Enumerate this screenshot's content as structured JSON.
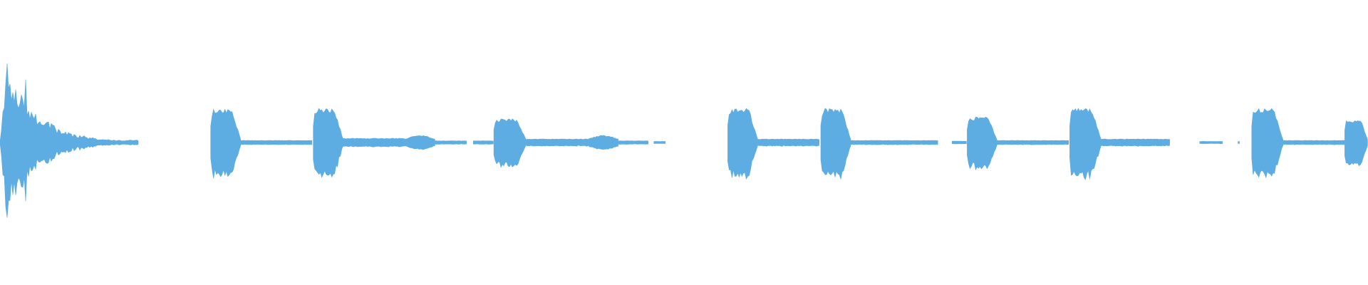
{
  "waveform": {
    "color": "#5DADE2",
    "background": "#FFFFFF",
    "duration": 1.0,
    "segments": [
      {
        "start": 0.0,
        "end": 0.102,
        "peak": 0.58,
        "shape": "burst"
      },
      {
        "start": 0.154,
        "end": 0.176,
        "peak": 0.24,
        "shape": "blob"
      },
      {
        "start": 0.176,
        "end": 0.229,
        "peak": 0.015,
        "shape": "tail"
      },
      {
        "start": 0.229,
        "end": 0.251,
        "peak": 0.24,
        "shape": "blob"
      },
      {
        "start": 0.251,
        "end": 0.296,
        "peak": 0.03,
        "shape": "tail"
      },
      {
        "start": 0.296,
        "end": 0.318,
        "peak": 0.05,
        "shape": "lump"
      },
      {
        "start": 0.318,
        "end": 0.341,
        "peak": 0.012,
        "shape": "tail"
      },
      {
        "start": 0.346,
        "end": 0.361,
        "peak": 0.012,
        "shape": "tail"
      },
      {
        "start": 0.361,
        "end": 0.385,
        "peak": 0.17,
        "shape": "blob"
      },
      {
        "start": 0.385,
        "end": 0.43,
        "peak": 0.025,
        "shape": "tail"
      },
      {
        "start": 0.43,
        "end": 0.452,
        "peak": 0.05,
        "shape": "lump"
      },
      {
        "start": 0.452,
        "end": 0.474,
        "peak": 0.012,
        "shape": "tail"
      },
      {
        "start": 0.478,
        "end": 0.487,
        "peak": 0.008,
        "shape": "tail"
      },
      {
        "start": 0.532,
        "end": 0.554,
        "peak": 0.24,
        "shape": "blob"
      },
      {
        "start": 0.554,
        "end": 0.599,
        "peak": 0.025,
        "shape": "tail"
      },
      {
        "start": 0.6,
        "end": 0.622,
        "peak": 0.24,
        "shape": "blob"
      },
      {
        "start": 0.622,
        "end": 0.686,
        "peak": 0.015,
        "shape": "tail"
      },
      {
        "start": 0.696,
        "end": 0.707,
        "peak": 0.01,
        "shape": "tail"
      },
      {
        "start": 0.707,
        "end": 0.729,
        "peak": 0.18,
        "shape": "blob"
      },
      {
        "start": 0.729,
        "end": 0.782,
        "peak": 0.015,
        "shape": "tail"
      },
      {
        "start": 0.782,
        "end": 0.805,
        "peak": 0.24,
        "shape": "blob"
      },
      {
        "start": 0.805,
        "end": 0.856,
        "peak": 0.025,
        "shape": "tail"
      },
      {
        "start": 0.877,
        "end": 0.894,
        "peak": 0.008,
        "shape": "tail"
      },
      {
        "start": 0.905,
        "end": 0.905,
        "peak": 0.008,
        "shape": "tail"
      },
      {
        "start": 0.915,
        "end": 0.938,
        "peak": 0.24,
        "shape": "blob"
      },
      {
        "start": 0.938,
        "end": 0.983,
        "peak": 0.015,
        "shape": "tail"
      },
      {
        "start": 0.983,
        "end": 1.0,
        "peak": 0.16,
        "shape": "blob"
      }
    ]
  }
}
